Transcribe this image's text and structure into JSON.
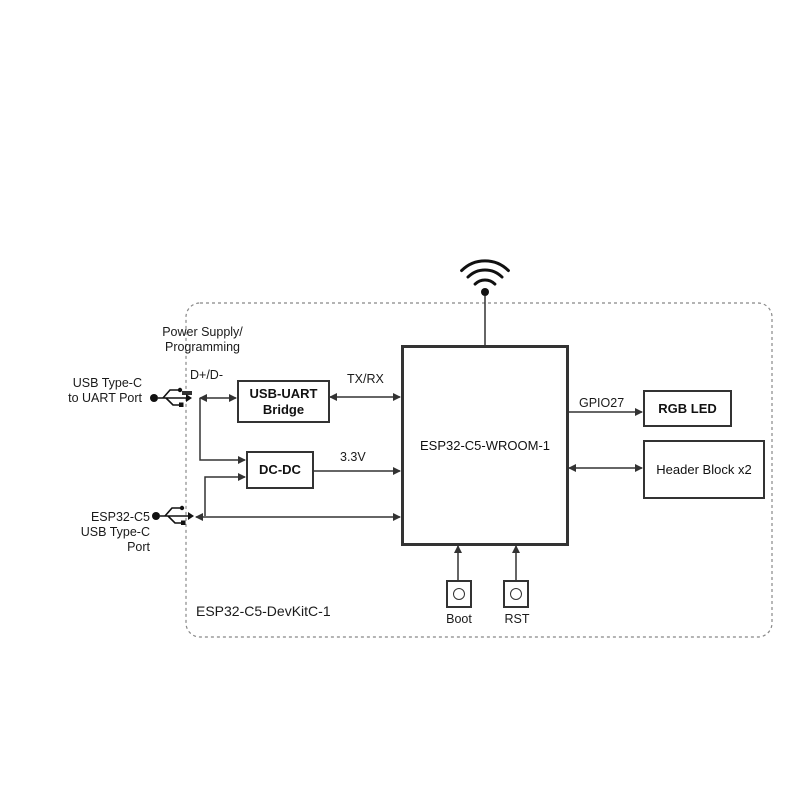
{
  "board_label": "ESP32-C5-DevKitC-1",
  "power_label": "Power Supply/ Programming",
  "power_label_lines": [
    "Power Supply/",
    "Programming"
  ],
  "dplus_label": "D+/D-",
  "txrx_label": "TX/RX",
  "v33_label": "3.3V",
  "gpio_label": "GPIO27",
  "usb_uart_port": [
    "USB Type-C",
    "to UART Port"
  ],
  "esp_usb_port": [
    "ESP32-C5",
    "USB Type-C",
    "Port"
  ],
  "blocks": {
    "usb_uart_bridge": [
      "USB-UART",
      "Bridge"
    ],
    "dcdc": "DC-DC",
    "module": "ESP32-C5-WROOM-1",
    "rgb_led": "RGB LED",
    "header_block": "Header Block  x2"
  },
  "buttons": {
    "boot": "Boot",
    "rst": "RST"
  },
  "icons": {
    "antenna": "wifi-antenna-icon",
    "usb": "usb-icon",
    "button": "push-button-icon"
  },
  "colors": {
    "line": "#333333",
    "board_outline": "#888888"
  }
}
